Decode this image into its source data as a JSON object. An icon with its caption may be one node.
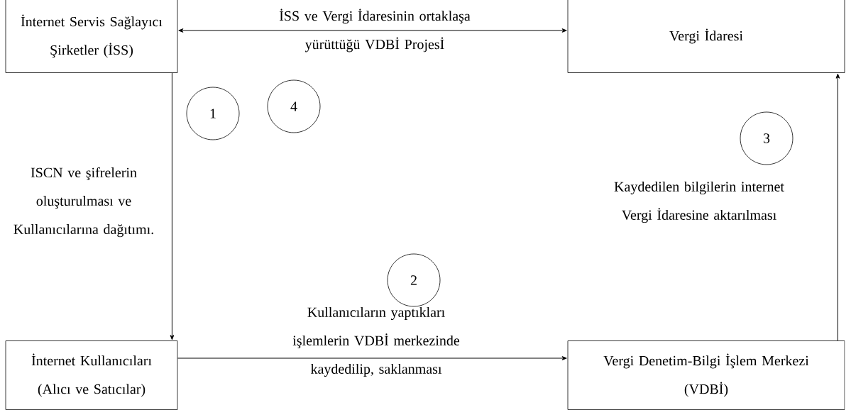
{
  "diagram": {
    "nodes": [
      {
        "text": [
          "İnternet Servis Sağlayıcı Şirketler (İSS)"
        ]
      },
      {
        "text": [
          "Vergi İdaresi"
        ]
      },
      {
        "text": [
          "1"
        ]
      },
      {
        "text": [
          "4"
        ]
      },
      {
        "text": [
          "3"
        ]
      },
      {
        "text": [
          "2"
        ]
      },
      {
        "text": [
          "İnternet Kullanıcıları (Alıcı ve Satıcılar)"
        ]
      },
      {
        "text": [
          "Vergi Denetim-Bilgi İşlem Merkezi",
          "(VDBİ)"
        ]
      }
    ],
    "edges": [
      {
        "from": 0,
        "to": 1,
        "arrow": "both",
        "label": "İSS ve Vergi İdaresinin ortaklaşa yürüttüğü VDBİ Projesİ"
      },
      {
        "from": 0,
        "to": 6,
        "arrow": "to",
        "label": "ISCN ve şifrelerin oluşturulması ve Kullanıcılarına dağıtımı."
      },
      {
        "from": 6,
        "to": 7,
        "arrow": "to",
        "label": "Kullanıcıların yaptıkları işlemlerin VDBİ merkezinde kaydedilip, saklanması"
      },
      {
        "from": 7,
        "to": 1,
        "arrow": "to",
        "label": "Kaydedilen bilgilerin internet Vergi İdaresine aktarılması"
      }
    ]
  }
}
